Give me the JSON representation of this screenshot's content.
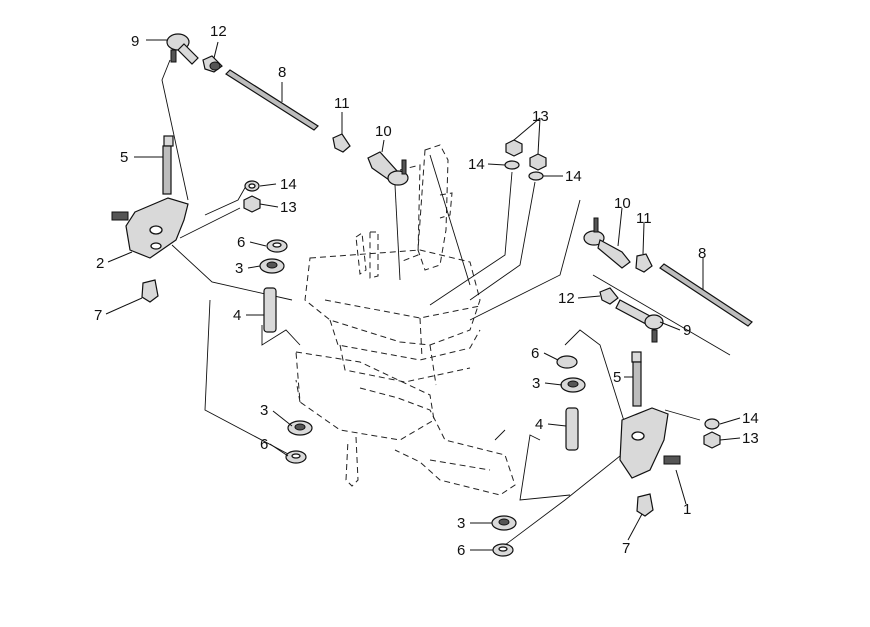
{
  "callouts": [
    {
      "id": "c9a",
      "label": "9"
    },
    {
      "id": "c12a",
      "label": "12"
    },
    {
      "id": "c8a",
      "label": "8"
    },
    {
      "id": "c11a",
      "label": "11"
    },
    {
      "id": "c10a",
      "label": "10"
    },
    {
      "id": "c5a",
      "label": "5"
    },
    {
      "id": "c14a",
      "label": "14"
    },
    {
      "id": "c13a",
      "label": "13"
    },
    {
      "id": "c2",
      "label": "2"
    },
    {
      "id": "c7a",
      "label": "7"
    },
    {
      "id": "c6a",
      "label": "6"
    },
    {
      "id": "c3a",
      "label": "3"
    },
    {
      "id": "c4a",
      "label": "4"
    },
    {
      "id": "c3b",
      "label": "3"
    },
    {
      "id": "c6b",
      "label": "6"
    },
    {
      "id": "c13b",
      "label": "13"
    },
    {
      "id": "c14b",
      "label": "14"
    },
    {
      "id": "c14c",
      "label": "14"
    },
    {
      "id": "c10b",
      "label": "10"
    },
    {
      "id": "c11b",
      "label": "11"
    },
    {
      "id": "c8b",
      "label": "8"
    },
    {
      "id": "c12b",
      "label": "12"
    },
    {
      "id": "c9b",
      "label": "9"
    },
    {
      "id": "c6c",
      "label": "6"
    },
    {
      "id": "c3c",
      "label": "3"
    },
    {
      "id": "c5b",
      "label": "5"
    },
    {
      "id": "c4b",
      "label": "4"
    },
    {
      "id": "c14d",
      "label": "14"
    },
    {
      "id": "c13c",
      "label": "13"
    },
    {
      "id": "c1",
      "label": "1"
    },
    {
      "id": "c3d",
      "label": "3"
    },
    {
      "id": "c6d",
      "label": "6"
    },
    {
      "id": "c7b",
      "label": "7"
    }
  ]
}
